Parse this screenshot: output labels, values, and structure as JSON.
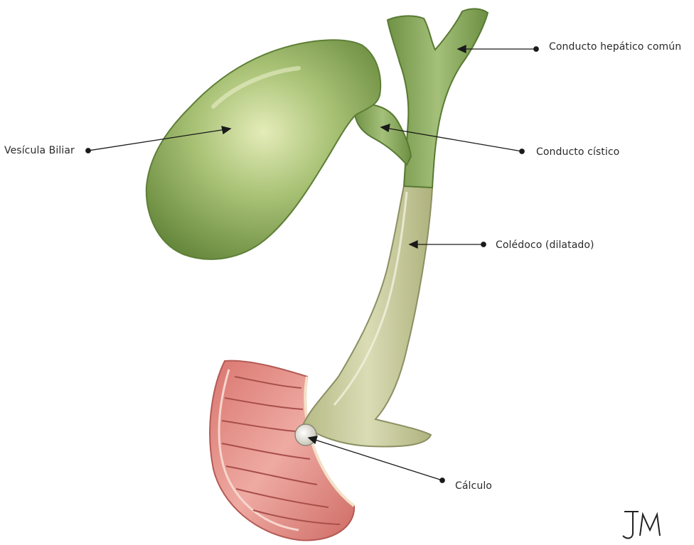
{
  "labels": {
    "vesicula": "Vesícula Biliar",
    "hepatico": "Conducto hepático común",
    "cistico": "Conducto cístico",
    "coledoco": "Colédoco (dilatado)",
    "calculo": "Cálculo"
  },
  "signature": "JM",
  "colors": {
    "gallbladder": "#9db96a",
    "duct_green": "#8aab5e",
    "choledochus": "#c4c89a",
    "duodenum": "#e2928a",
    "leader": "#1a1a1a"
  }
}
